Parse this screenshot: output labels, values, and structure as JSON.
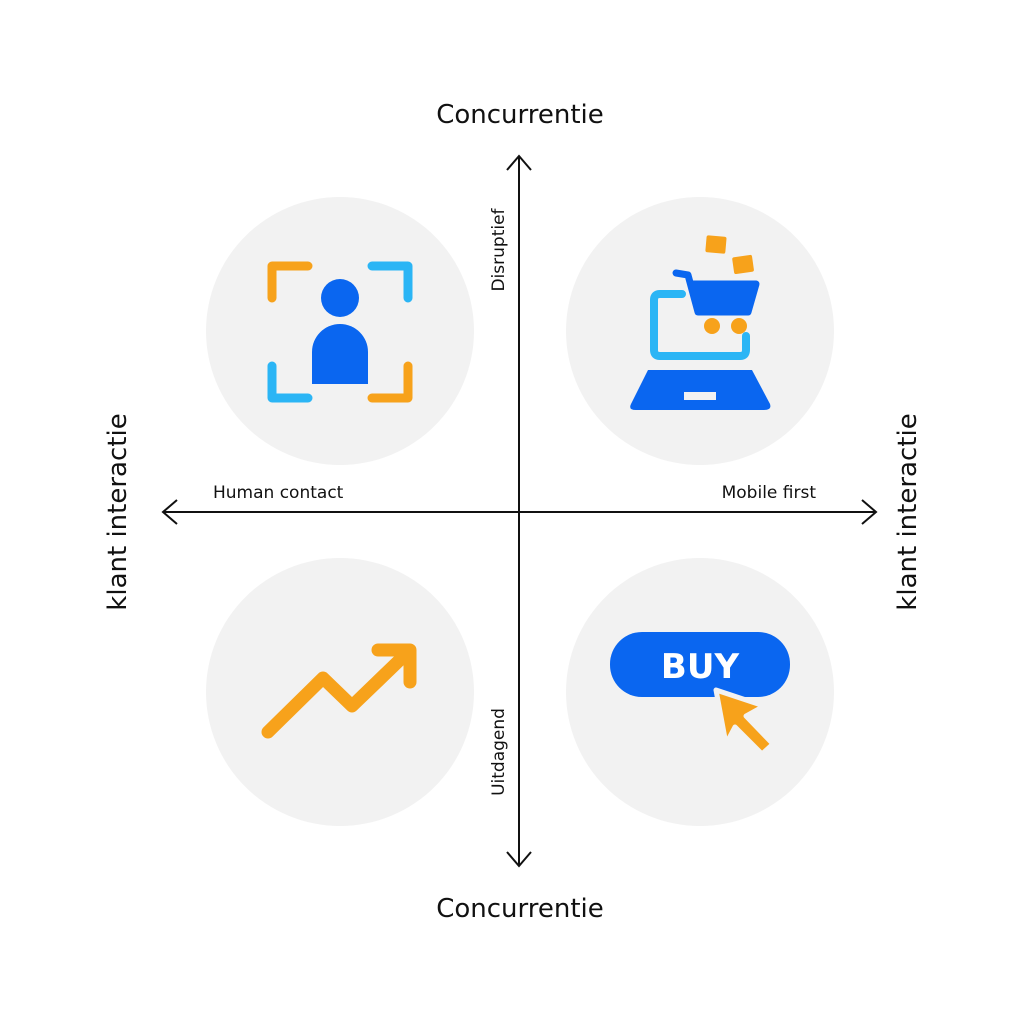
{
  "axes": {
    "top_label": "Concurrentie",
    "bottom_label": "Concurrentie",
    "left_label": "klant interactie",
    "right_label": "klant interactie",
    "up_label": "Disruptief",
    "down_label": "Uitdagend",
    "left_end_label": "Human contact",
    "right_end_label": "Mobile first"
  },
  "quadrants": [
    {
      "position": "top-left",
      "icon": "person-focus-icon"
    },
    {
      "position": "top-right",
      "icon": "laptop-shopping-cart-icon"
    },
    {
      "position": "bottom-left",
      "icon": "trend-up-arrow-icon"
    },
    {
      "position": "bottom-right",
      "icon": "buy-button-cursor-icon",
      "button_text": "BUY"
    }
  ],
  "colors": {
    "orange": "#F7A21B",
    "blue": "#0A66F0",
    "light_blue": "#2BB5F5",
    "circle": "#F2F2F2",
    "axis": "#111111"
  }
}
